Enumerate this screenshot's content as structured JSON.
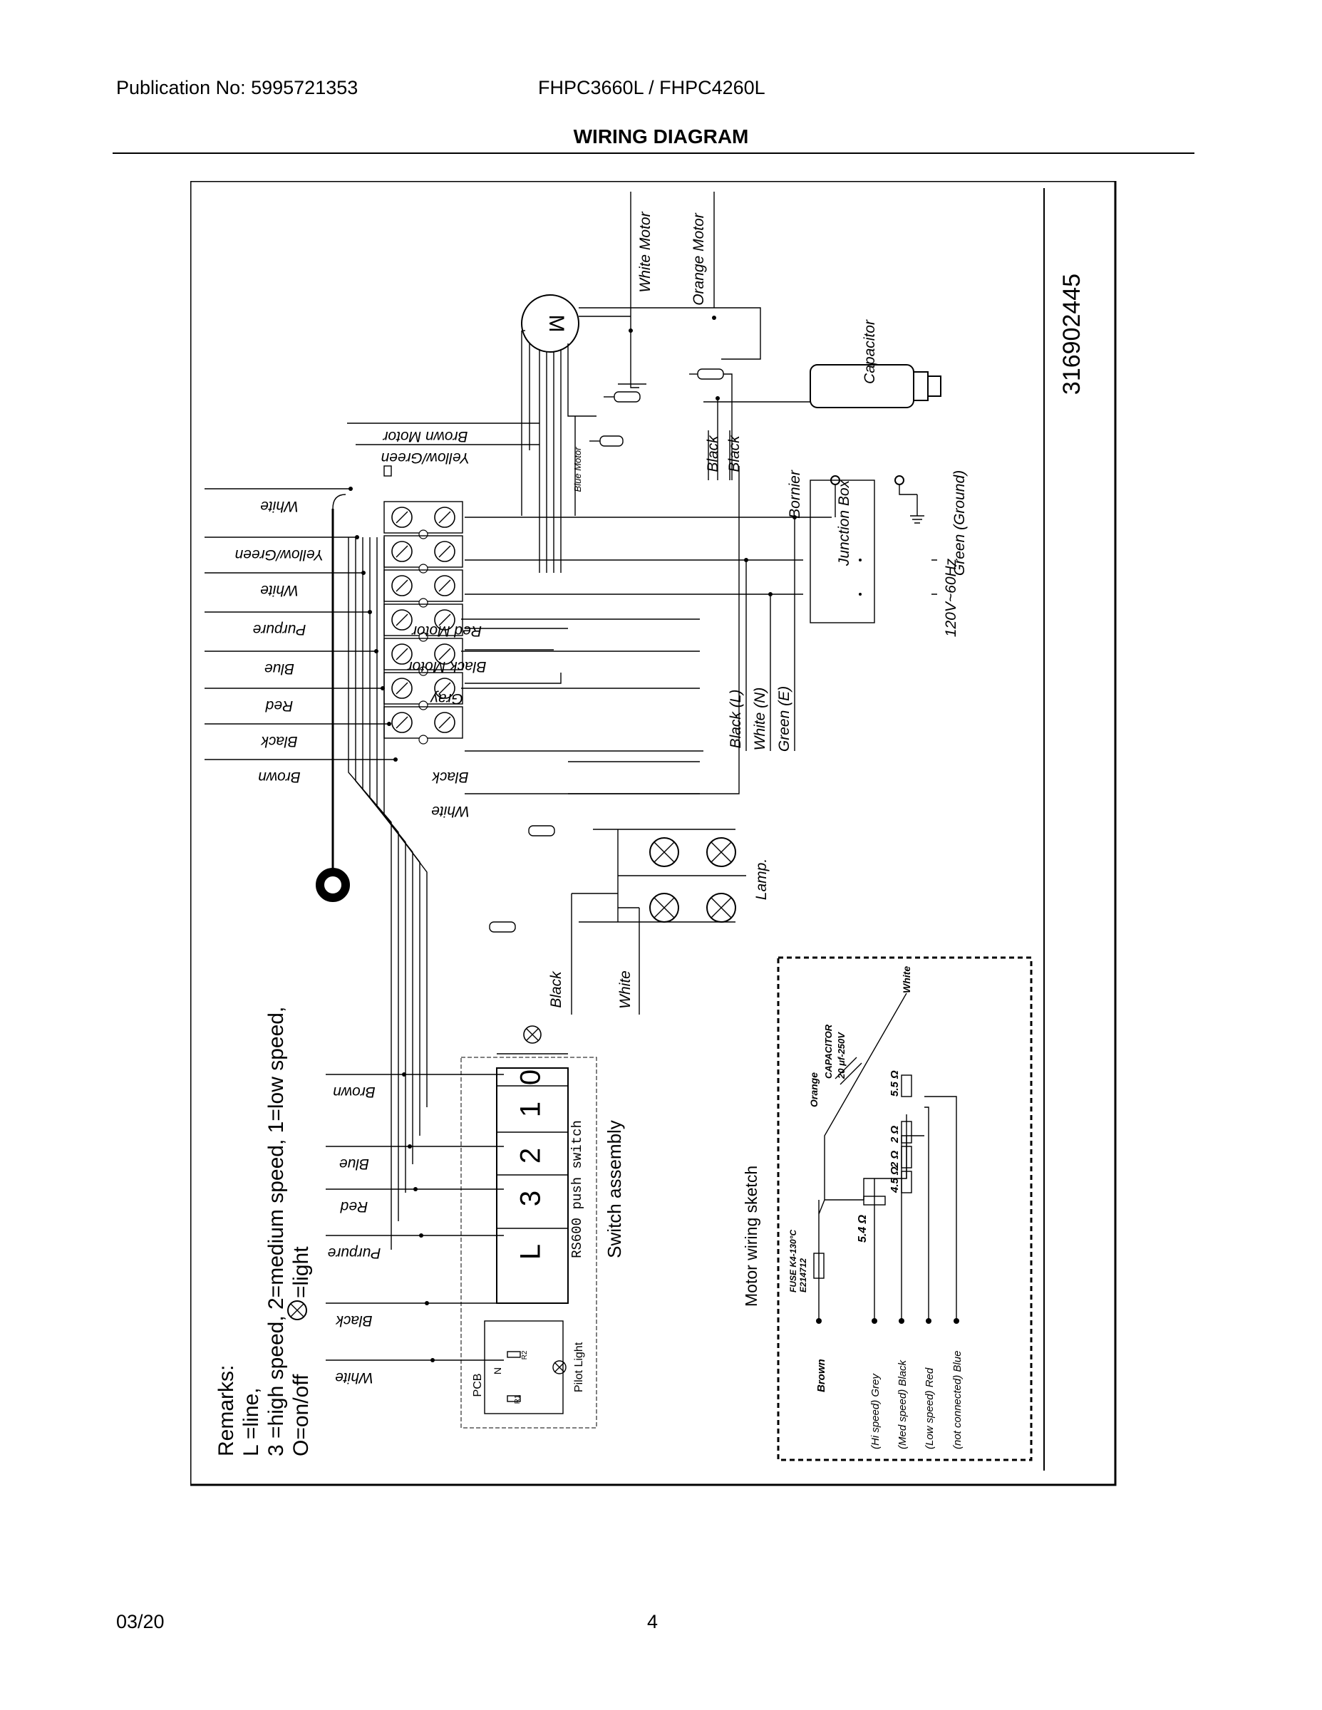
{
  "header": {
    "publication": "Publication No: 5995721353",
    "models": "FHPC3660L / FHPC4260L",
    "title": "WIRING DIAGRAM"
  },
  "footer": {
    "date": "03/20",
    "page": "4"
  },
  "diagram": {
    "part_number": "316902445",
    "motor_symbol": "M",
    "wire_labels": {
      "white_motor": "White  Motor",
      "orange_motor": "Orange  Motor",
      "capacitor": "Capacitor",
      "brown_motor": "Brown  Motor",
      "yellow_green_motor": "Yellow/Green",
      "blue_motor": "Blue Motor",
      "black_1": "Black",
      "black_2": "Black",
      "bornier": "Bornier",
      "junction_box": "Junction Box",
      "green_ground": "Green (Ground)",
      "supply": "120V~60Hz",
      "red_motor": "Red  Motor",
      "black_motor": "Black  Motor",
      "gray": "Gray",
      "line_l": "Black       (L)",
      "line_n": "White       (N)",
      "line_e": "Green       (E)",
      "lamp_black": "Black",
      "lamp_white": "White",
      "lamp": "Lamp.",
      "bottom_black": "Black",
      "bottom_white": "White"
    },
    "terminal_block_wires": [
      "White",
      "Yellow/Green",
      "White",
      "Purpure",
      "Blue",
      "Red",
      "Black",
      "Brown"
    ],
    "switch_wires": [
      "Brown",
      "Blue",
      "Red",
      "Purpure",
      "Black",
      "White"
    ],
    "switch_keys": [
      "L",
      "3",
      "2",
      "1",
      "0"
    ],
    "switch_model": "RS600 push switch",
    "switch_assembly": "Switch assembly",
    "pcb": "PCB",
    "pcb_n": "N",
    "r1": "R1",
    "r2": "R2",
    "pilot_light": "Pilot Light",
    "remarks": [
      "Remarks:",
      "L =line,",
      "3 =high speed, 2=medium speed, 1=low speed,",
      "O=on/off"
    ],
    "light_legend": "=light",
    "sketch": {
      "title": "Motor wiring sketch",
      "fuse": "FUSE K4-130°C",
      "fuse_code": "E214712",
      "capacitor": "CAPACITOR",
      "capacitor_rating": "20 μf-250V",
      "orange": "Orange",
      "white": "White",
      "r_5_4": "5.4 Ω",
      "r_4_5": "4.5 Ω",
      "r_2a": "2 Ω",
      "r_2b": "2 Ω",
      "r_5_5": "5.5 Ω",
      "brown": "Brown",
      "hi": "(Hi speed)  Grey",
      "med": "(Med speed)  Black",
      "low": "(Low speed)  Red",
      "nc": "(not connected)  Blue"
    }
  }
}
